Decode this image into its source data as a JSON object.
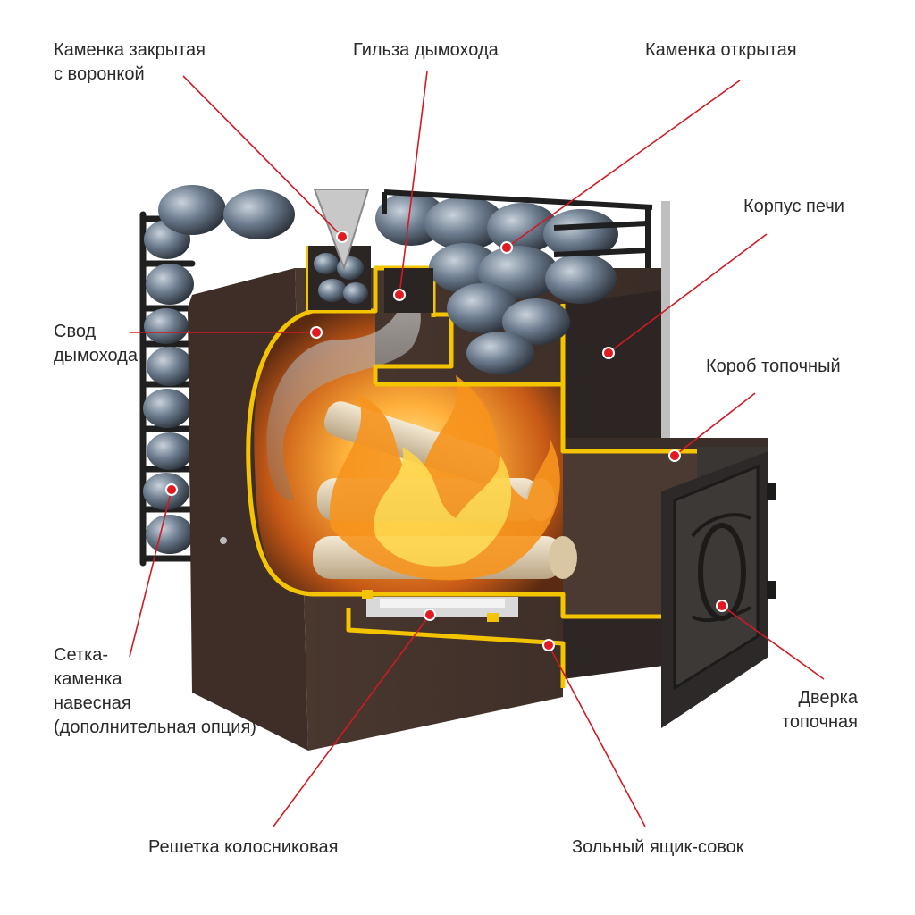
{
  "diagram": {
    "labels": {
      "closed_heater": [
        "Каменка закрытая",
        "с воронкой"
      ],
      "chimney_sleeve": [
        "Гильза дымохода"
      ],
      "open_heater": [
        "Каменка открытая"
      ],
      "stove_body": [
        "Корпус печи"
      ],
      "chimney_arch": [
        "Свод",
        "дымохода"
      ],
      "firebox_box": [
        "Короб топочный"
      ],
      "mesh_heater": [
        "Сетка-",
        "каменка",
        "навесная",
        "(дополнительная опция)"
      ],
      "fire_door": [
        "Дверка",
        "топочная"
      ],
      "grate": [
        "Решетка колосниковая"
      ],
      "ash_box": [
        "Зольный ящик-совок"
      ]
    },
    "colors": {
      "leader_line": "#d11a24",
      "leader_dot": "#e21b23",
      "outline_highlight": "#f5c400",
      "steel_dark": "#2f2a28",
      "steel_brown": "#4a342a",
      "stone": "#5f6f80",
      "flame": "#f7941d"
    }
  }
}
